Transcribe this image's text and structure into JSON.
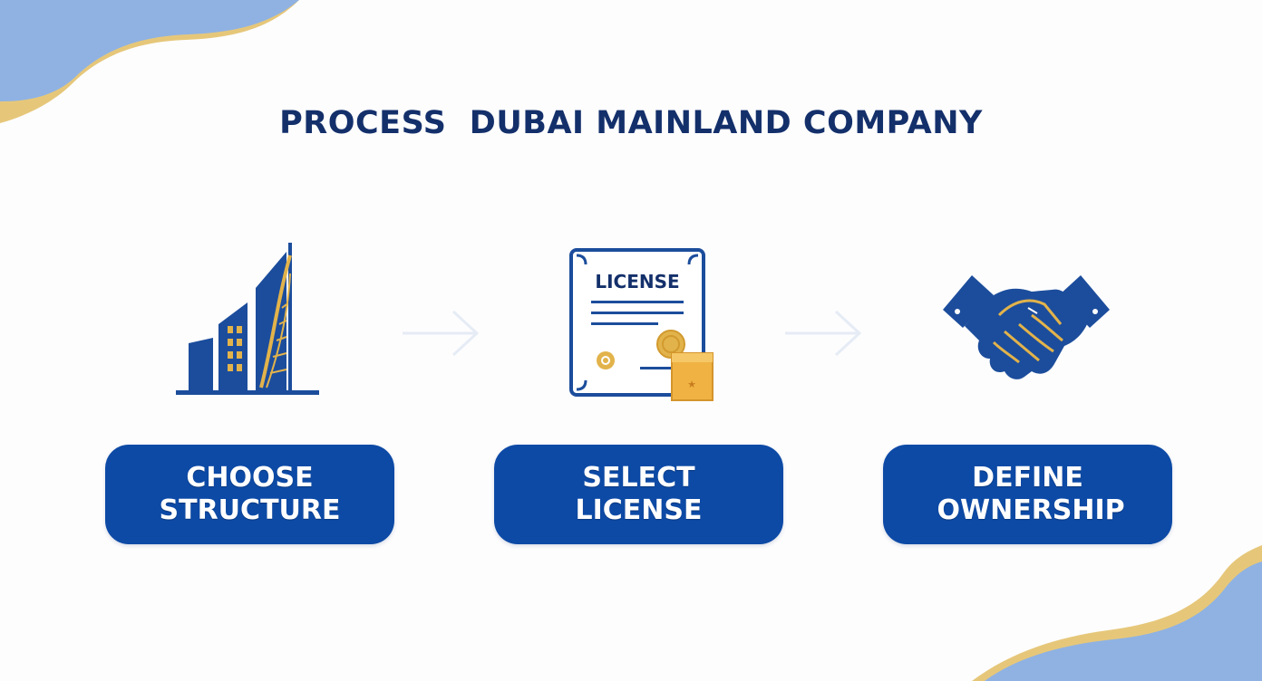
{
  "title": "PROCESS  DUBAI MAINLAND COMPANY",
  "steps": [
    {
      "label": "CHOOSE STRUCTURE",
      "icon": "building-icon"
    },
    {
      "label": "SELECT LICENSE",
      "icon": "license-certificate-icon"
    },
    {
      "label": "DEFINE OWNERSHIP",
      "icon": "handshake-icon"
    }
  ],
  "license_text": "LICENSE",
  "colors": {
    "navy": "#14306b",
    "button_blue": "#0d4aa6",
    "icon_blue": "#1c4d9c",
    "gold": "#e2b34b",
    "light_blue": "#8fb2e3"
  }
}
